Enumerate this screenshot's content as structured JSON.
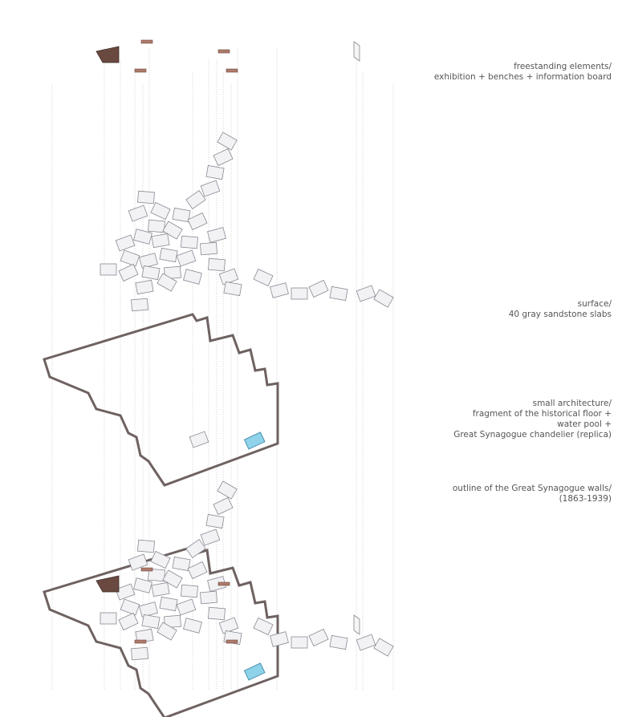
{
  "labels": {
    "freestanding": {
      "title": "freestanding elements/",
      "line1": "exhibition + benches + information board"
    },
    "surface": {
      "title": "surface/",
      "line1": "40 gray sandstone slabs"
    },
    "small_architecture": {
      "title": "small architecture/",
      "line1": "fragment of the historical floor +",
      "line2": "water pool +",
      "line3": "Great Synagogue chandelier (replica)"
    },
    "outline": {
      "title": "outline of the Great Synagogue walls/",
      "line1": "(1863-1939)"
    }
  },
  "colors": {
    "wall": "#6e6261",
    "slab_fill": "#f2f2f4",
    "slab_stroke": "#8a8a95",
    "pool": "#8fd3ea",
    "bench": "#b07a6a",
    "guide": "#c8c8cc"
  }
}
